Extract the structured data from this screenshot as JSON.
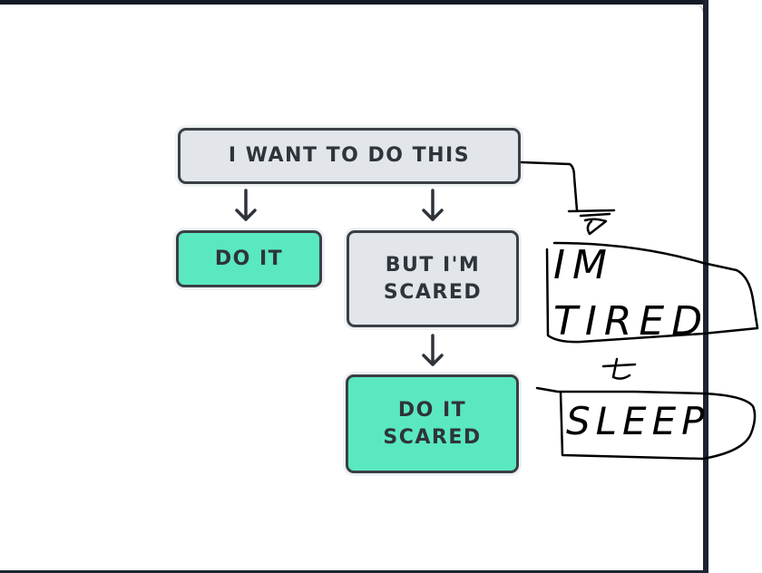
{
  "flowchart": {
    "start": "I WANT TO DO THIS",
    "option_left": "DO IT",
    "option_right": "BUT I'M\nSCARED",
    "result": "DO IT\nSCARED"
  },
  "handwritten_annotation": {
    "box1": "IM TIRED",
    "connector": "+",
    "box2": "SLEEP"
  },
  "colors": {
    "gray_box": "#e2e5e9",
    "green_box": "#5ae8c0",
    "outline": "#3a3f47",
    "frame": "#151b26"
  }
}
